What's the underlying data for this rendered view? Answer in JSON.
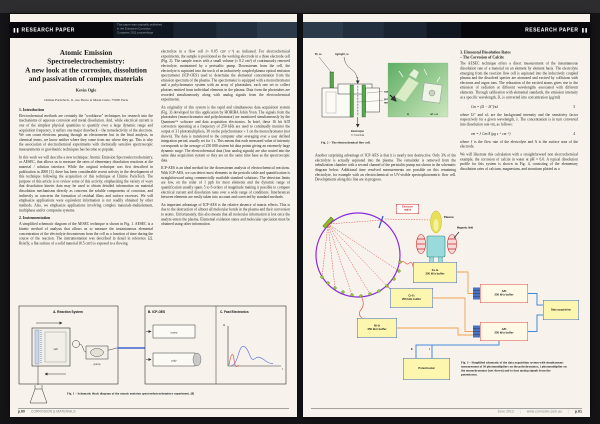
{
  "left_page": {
    "header": {
      "marker": "❚❚",
      "label": "RESEARCH PAPER",
      "note": "This paper was originally published\nin the European Corrosion\nCongress 2011 proceedings"
    },
    "title": "Atomic Emission\nSpectroelectrochemistry:\nA new look at the corrosion, dissolution\nand passivation of complex materials",
    "author": "Kevin Ogle",
    "affiliation": "Chimie ParisTech, 11, rue Pierre et Marie Curie, 75005 Paris",
    "intro_heading": "1. Introduction",
    "intro_p1": "Electrochemical methods are certainly the \"workhorse\" techniques for research into the mechanisms of aqueous corrosion and metal dissolution. And, while electrical current is one of the simplest physical quantities to quantify over a large dynamic range and acquisition frequency, it suffers one major drawback – the nonselectivity of the electrons. We can count electrons passing through an electrometer but in the final analysis, in chemical terms, we know neither where they come from nor where they go. This is why the association of electrochemical experiments with chemically sensitive spectroscopic measurements or gravimetric techniques has become so popular.",
    "intro_p2": "In this work we will describe a new technique: Atomic Emission Spectroelectrochemistry, or AESEC, that allows us to measure the rates of elementary dissolution reactions at the material / solution interface. While the original technique was first described in publication in 2000 [1], there has been considerable recent activity in the development of this technique following the acquisition of this technique at Chimie ParisTech. The purpose of this article is to review some of this activity, emphasizing the variety of ways that dissolution kinetic data may be used to obtain detailed information on material dissolution mechanisms directly as concerns the soluble components of corrosion, and indirectly as concerns the formation of residual films and surface excesses. We will emphasize applications were equivalent information is not readily obtained by other methods. Also, we emphasize applications involving complex materials-multielement, multiphase and/or composite systems.",
    "instr_heading": "2. Instrumentation",
    "instr_p1": "A simplified schematic diagram of the AESEC technique is shown in Fig. 1. AESEC is a kinetic method of analysis that allows us to measure the instantaneous elemental concentration of the electrolyte downstream from the cell as a function of time during the course of the reaction. The instrumentation was described in detail in reference [2]. Briefly, a flat surface of a solid material (0.5 cm²) is exposed to a flowing",
    "col2_p1": "electrolyte in a flow cell (≈ 0.05 cm³ s⁻¹) as indicated. For electrochemical experiments, the sample is positioned as the working electrode in a three electrode cell (Fig. 2). The sample reacts with a small volume (≈ 0.2 cm³) of continuously renewed electrolyte, maintained by a peristaltic pump. Downstream from the cell, the electrolyte is aspirated into the torch of an inductively coupled plasma optical emission spectrometer (ICP-OES) used to determine the elemental concentration from the emission spectrum of the plasma. The spectrometer is equipped with a monochromator and a polychromator system with an array of phototubes, each one set to collect photons emitted from individual elements in the plasma. Data from the phototubes are recorded simultaneously along with analog signals from the electrochemical experiments.",
    "col2_p2": "An originality of this system is the rapid and simultaneous data acquisition system (Fig. 3) developed for this application by HORIBA Jobin Yvon. The signals from the phototubes (monochromator and polychromator) are monitored simultaneously by the Quantum™ software and data acquisition electronics. In brief, these 16 bit A/D converters operating at a frequency of 250 kHz are used to continually monitor the output of 31 photomultipliers, 30 on the polychromator + 1 on the monochromator (not shown). The data is transferred to the computer after averaging over a user defined integration period, usually set for 1 s. This means that each measured value of intensity corresponds to the average of 250 000 sixteen bit data points giving an extremely large dynamic surge. The electrochemical data (four analog signals) are also routed into the same data acquisition system so they are on the same time base as the spectroscopic data.",
    "col2_p3": "ICP-AES is an ideal method for the downstream analysis of electrochemical reactions. With ICP-AES, we can detect most elements in the periodic table and quantification is straightforward using commercially available standard solutions. The detection limits are low, on the order of 1 ppb for most elements and the dynamic range of quantification usually spans 5 to 6 orders of magnitude making it possible to compare electrical current and dissolution rates over a wide range of conditions. Interferences between elements are easily taken into account and corrected by standard methods.",
    "col2_p4": "An important advantage of ICP-AES is the relative absence of matrix effects. This is due to the destruction of almost all molecular bonds in the plasma and their conversion to atoms. Unfortunately, this also means that all molecular information is lost once the analyte enters the plasma. Elemental oxidation states and molecular speciation must be obtained using other information.",
    "figure1": {
      "panel_a": "A. Reaction System",
      "panel_b": "B. ICP-OES",
      "panel_c": "C. Fast Electronics",
      "cell": "cell",
      "pump": "pump",
      "mono": "mono",
      "poly": "poly",
      "y_axis": "Iλ",
      "x_axis": "t",
      "caption": "Fig. 1 – Schematic block diagram of the atomic emission spectroelectrochemistry experiment. [8]"
    },
    "footer": {
      "page": "p.60",
      "journal": "CORROSION & MATERIALS"
    }
  },
  "right_page": {
    "header": {
      "marker": "❚❚",
      "label": "RESEARCH PAPER"
    },
    "figure2": {
      "pt": "Pt, ce",
      "ag": "Ag/AgCl, re",
      "sample": "sample",
      "membrane_l1": "porous",
      "membrane_l2": "membrane",
      "electrolyte": "Electrolyte",
      "flow": "f = 3 cm³/min",
      "w": "w",
      "refce": "ref + ce",
      "caption": "Fig. 2 – The electrochemical flow cell."
    },
    "sec3_heading": "3. Elemental Dissolution Rates\n– The Corrosion of Calcite",
    "sec3_p1": "The AESEC technique offers a direct measurement of the instantaneous dissolution rate of a material on an element by element basis. The electrolyte emerging from the reaction flow cell is aspirated into the inductively coupled plasma and the dissolved species are atomized and excited by collisions with electrons and argon ions. The relaxation of the excited atoms gives rise to the emission of radiation at different wavelengths associated with different elements. Through calibration with elemental standards, the emission intensity at a specific wavelength, Iλ, is converted into concentration (μg/ml)",
    "eq3": "Cm = (Iλ − Iλ°)/κλ",
    "eq3_num": "3",
    "sec3_p2": "where Iλ° and κλ are the background intensity and the sensitivity factor respectively for a given wavelength, λ. The concentration is in turn converted into dissolution rate νm, as follows:",
    "eq4": "νm = ƒ Cm/A    (μg s⁻¹ cm⁻²)",
    "eq4_num": "4",
    "sec3_p3": "where ƒ is the flow rate of the electrolyte and A is the surface area of the electrode.",
    "sec3_p4": "We will illustrate this calculation with a straightforward non electrochemical example, the corrosion of calcite in water at pH = 6.0. A typical dissolution profile for this system is shown in Fig. 4, consisting of the elementary dissolution rates of calcium, magnesium, and strontium plotted as a",
    "advantage_p": "Another surprising advantage of ICP-AES is that it is nearly non destructive. Only 3% of the electrolyte is actually aspirated into the plasma. The remainder is removed from the nebulization chamber with a second channel of the peristaltic pump not shown in the schematic diagram below. Additional time resolved measurements are possible on this remaining electrolyte, for example with an electrochemical or UV-visible spectrophotometric flow cell. Developments along this line are in progress.",
    "figure3": {
      "emission": "Emission\nregion",
      "plasma": "Plasma",
      "magnetic": "Magnetic field",
      "fe": "Fe-Iλ\n250 kHz buffer",
      "cr": "Cr-Iλ\n250 kHz buffer",
      "ni": "Ni-Iλ\n250 kHz buffer",
      "ad": "A/D\n250 kHz buffer",
      "daq": "Data acquisition",
      "potentiostat": "Potentiostat",
      "e_label": "E",
      "i_label": "I",
      "caption": "Fig. 3 – Simplified schematic of the data acquisition system with simultaneous measurement of 30 photomultipliers on the polychromator, 1 photomultiplier on the monochromator (not shown) and to four analog signals from the potentiostat."
    },
    "footer": {
      "date": "June 2012",
      "site": "www.corrosion.com.au",
      "page": "p.61"
    }
  },
  "colors": {
    "page": "#f7f3ec",
    "backdrop": "#141416",
    "header_bar": "#0a0a10",
    "electrode_green": "#57a84b",
    "rowland_circle_purple": "#8a2be2",
    "buffer_box_yellow": "#fdf6ae",
    "ad_box_border_red": "#dd4444",
    "connector_blue": "#4488dd",
    "connector_orange": "#f0a050"
  }
}
